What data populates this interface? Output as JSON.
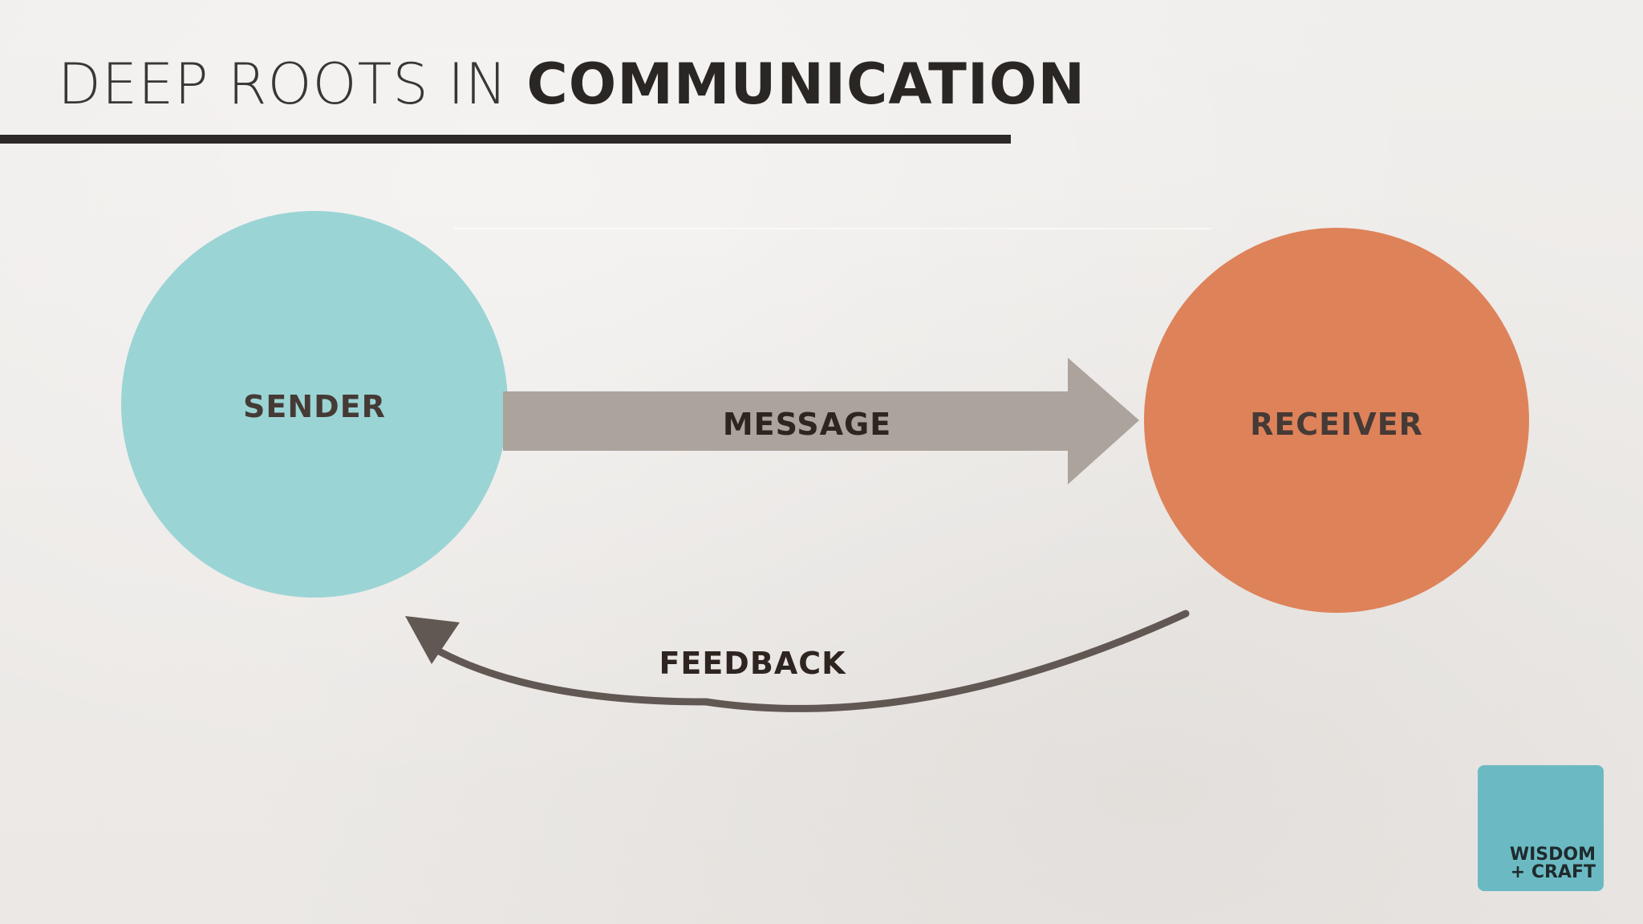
{
  "title": {
    "light": "DEEP ROOTS IN ",
    "bold": "COMMUNICATION"
  },
  "diagram": {
    "nodes": {
      "sender": {
        "label": "SENDER",
        "color": "#9bd4d5"
      },
      "receiver": {
        "label": "RECEIVER",
        "color": "#de825a"
      }
    },
    "edges": {
      "message": {
        "label": "MESSAGE",
        "from": "sender",
        "to": "receiver",
        "color": "#aca39d"
      },
      "feedback": {
        "label": "FEEDBACK",
        "from": "receiver",
        "to": "sender",
        "color": "#615853"
      }
    }
  },
  "logo": {
    "line1": "WISDOM",
    "line2": "+ CRAFT",
    "color": "#6bbac3"
  }
}
